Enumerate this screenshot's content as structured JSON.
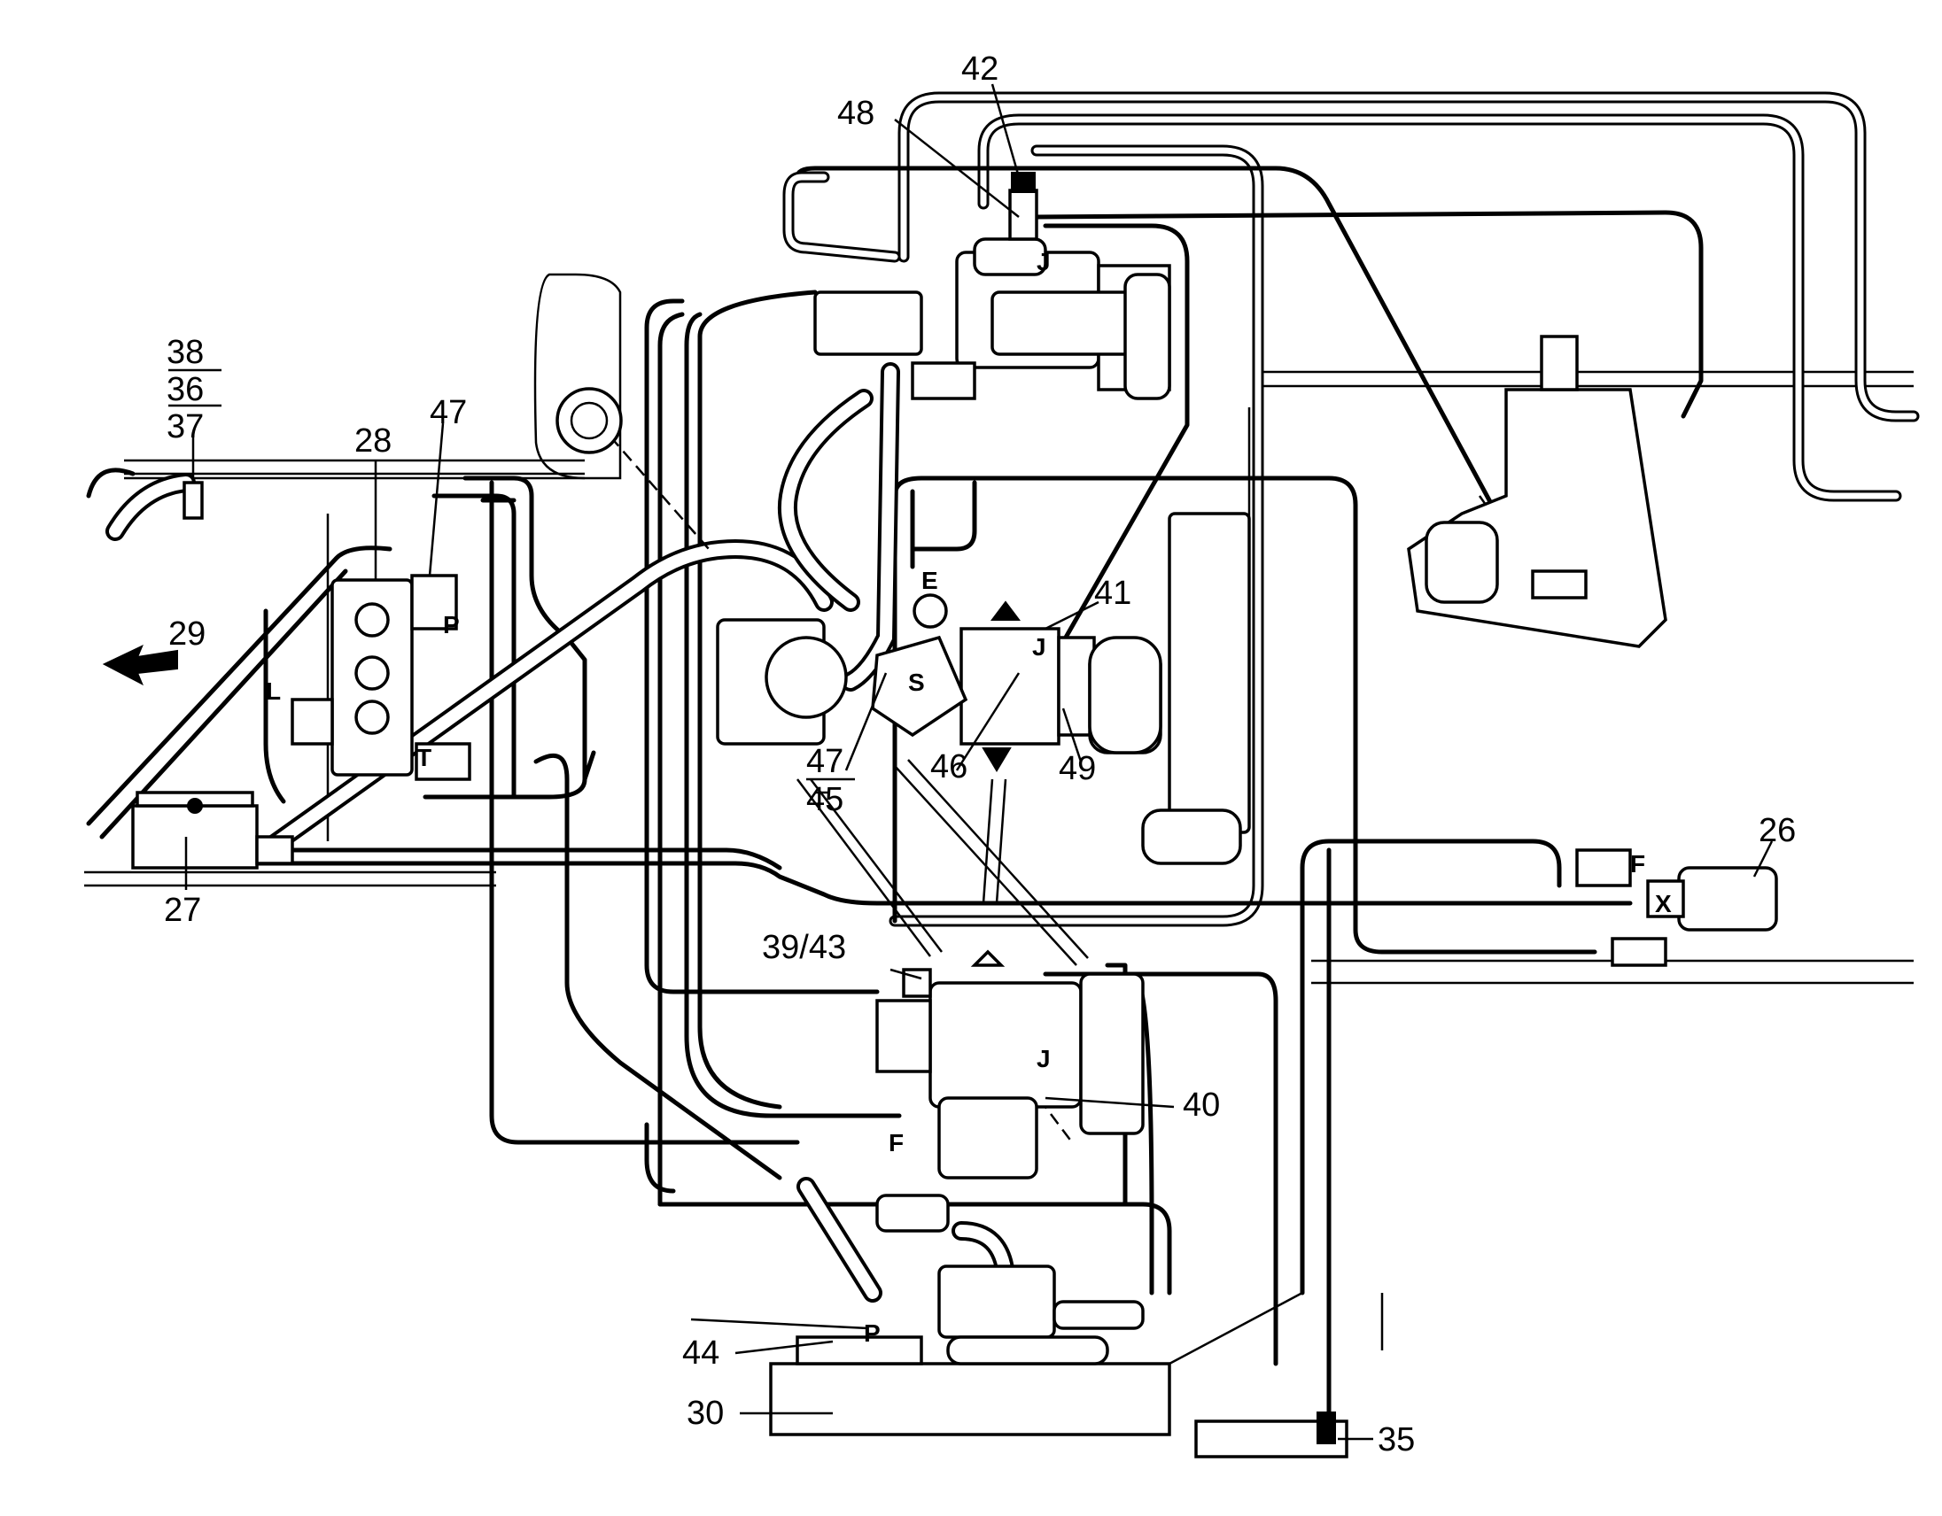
{
  "callouts": {
    "c38": "38",
    "c36": "36",
    "c37": "37",
    "c28": "28",
    "c47a": "47",
    "c29": "29",
    "c27": "27",
    "c42": "42",
    "c48": "48",
    "c41": "41",
    "c47b": "47",
    "c45": "45",
    "c46": "46",
    "c49": "49",
    "c26": "26",
    "c39_43": "39/43",
    "c40": "40",
    "c44": "44",
    "c30": "30",
    "c35": "35"
  },
  "port_letters": {
    "l_L": "L",
    "l_P1": "P",
    "l_T": "T",
    "l_J_top": "J",
    "l_E": "E",
    "l_J_mid": "J",
    "l_S": "S",
    "l_F_right": "F",
    "l_X": "X",
    "l_J_low": "J",
    "l_F_low": "F",
    "l_P2": "P"
  },
  "colors": {
    "ink": "#000000",
    "paper": "#ffffff"
  },
  "icons": {
    "flow_direction": "arrow-left-icon"
  }
}
